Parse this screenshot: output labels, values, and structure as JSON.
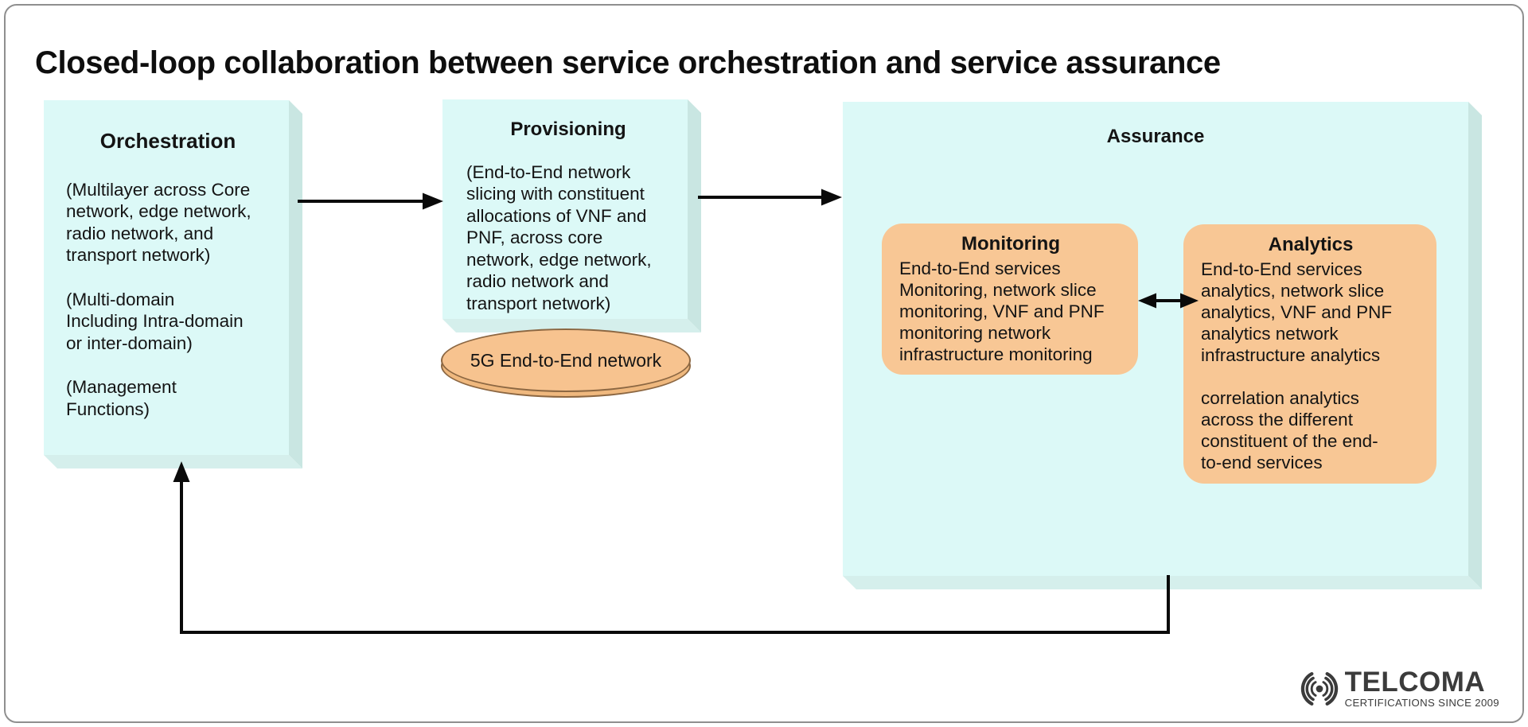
{
  "title": "Closed-loop collaboration between service orchestration and service assurance",
  "orchestration": {
    "heading": "Orchestration",
    "paragraphs": [
      "(Multilayer across Core\nnetwork, edge network,\nradio network, and\ntransport network)",
      "(Multi-domain\nIncluding Intra-domain\nor inter-domain)",
      "(Management\nFunctions)"
    ]
  },
  "provisioning": {
    "heading": "Provisioning",
    "body": "(End-to-End network\nslicing with constituent\nallocations of VNF and\nPNF, across core\nnetwork, edge network,\nradio network and\ntransport network)"
  },
  "ellipse": {
    "label": "5G End-to-End network"
  },
  "assurance": {
    "heading": "Assurance",
    "monitoring": {
      "heading": "Monitoring",
      "body": "End-to-End services\nMonitoring, network slice\nmonitoring, VNF and PNF\nmonitoring network\ninfrastructure monitoring"
    },
    "analytics": {
      "heading": "Analytics",
      "body1": "End-to-End services\nanalytics, network slice\nanalytics, VNF and PNF\nanalytics network\ninfrastructure analytics",
      "body2": "correlation analytics\nacross the different\nconstituent of the end-\nto-end services"
    }
  },
  "logo": {
    "name": "TELCOMA",
    "tagline": "CERTIFICATIONS SINCE 2009"
  },
  "colors": {
    "box_fill": "#dcf9f7",
    "box_side_face": "#c9e6e2",
    "box_bottom_face": "#d5efec",
    "accent_orange": "#f8c795",
    "ellipse_fill": "#f7c38f",
    "ellipse_stroke": "#8c6742",
    "arrow": "#0a0a0a",
    "logo_gray": "#3b3b3b"
  }
}
